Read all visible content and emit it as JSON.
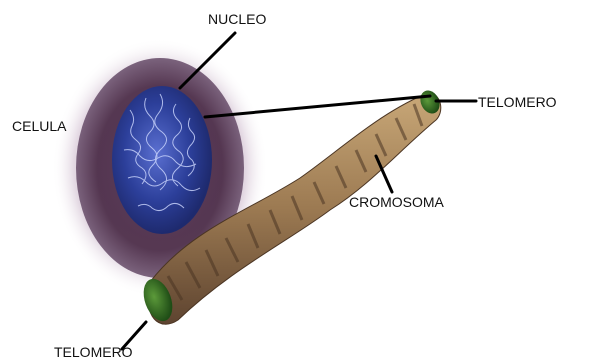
{
  "labels": {
    "nucleo": "NUCLEO",
    "celula": "CELULA",
    "telomero_right": "TELOMERO",
    "cromosoma": "CROMOSOMA",
    "telomero_bottom": "TELOMERO"
  },
  "colors": {
    "cell_outer": "#4a2b46",
    "cell_haze": "#c9b3c8",
    "nucleus": "#2c3f9a",
    "chromatin": "#cfd9ff",
    "chromosome": "#9c7a52",
    "chromosome_band": "#4b3523",
    "telomere": "#2f6b22",
    "leader_line": "#000000"
  }
}
